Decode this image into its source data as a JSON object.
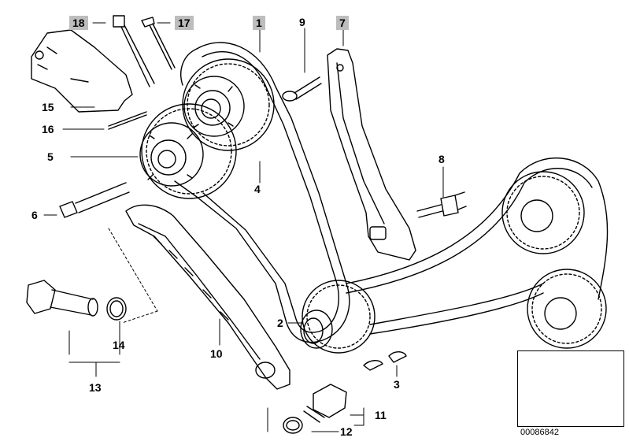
{
  "callouts": {
    "c1": "1",
    "c2": "2",
    "c3": "3",
    "c4": "4",
    "c5": "5",
    "c6": "6",
    "c7": "7",
    "c8": "8",
    "c9": "9",
    "c10": "10",
    "c11": "11",
    "c12": "12",
    "c13": "13",
    "c14": "14",
    "c15": "15",
    "c16": "16",
    "c17": "17",
    "c18": "18"
  },
  "reference_code": "00086842",
  "colors": {
    "line": "#000000",
    "label_box": "#bdbdbd",
    "background": "#ffffff"
  }
}
